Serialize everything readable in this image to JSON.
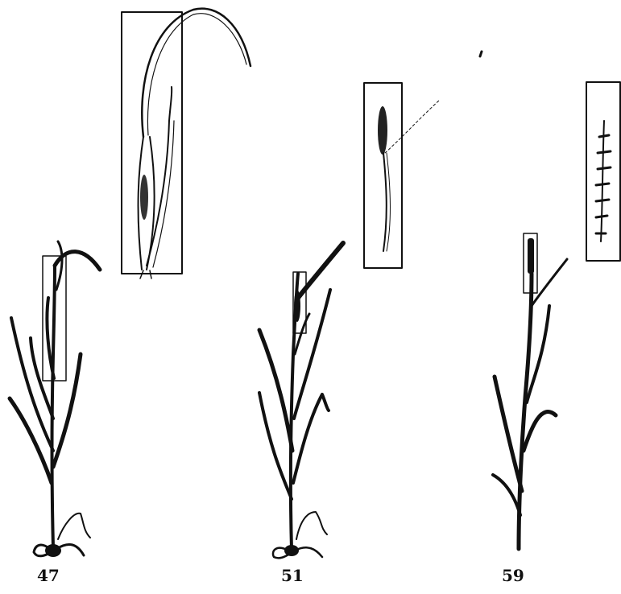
{
  "figure": {
    "stages": [
      {
        "code": "47"
      },
      {
        "code": "51"
      },
      {
        "code": "59"
      }
    ]
  },
  "colors": {
    "ink": "#111111",
    "background": "#ffffff"
  }
}
